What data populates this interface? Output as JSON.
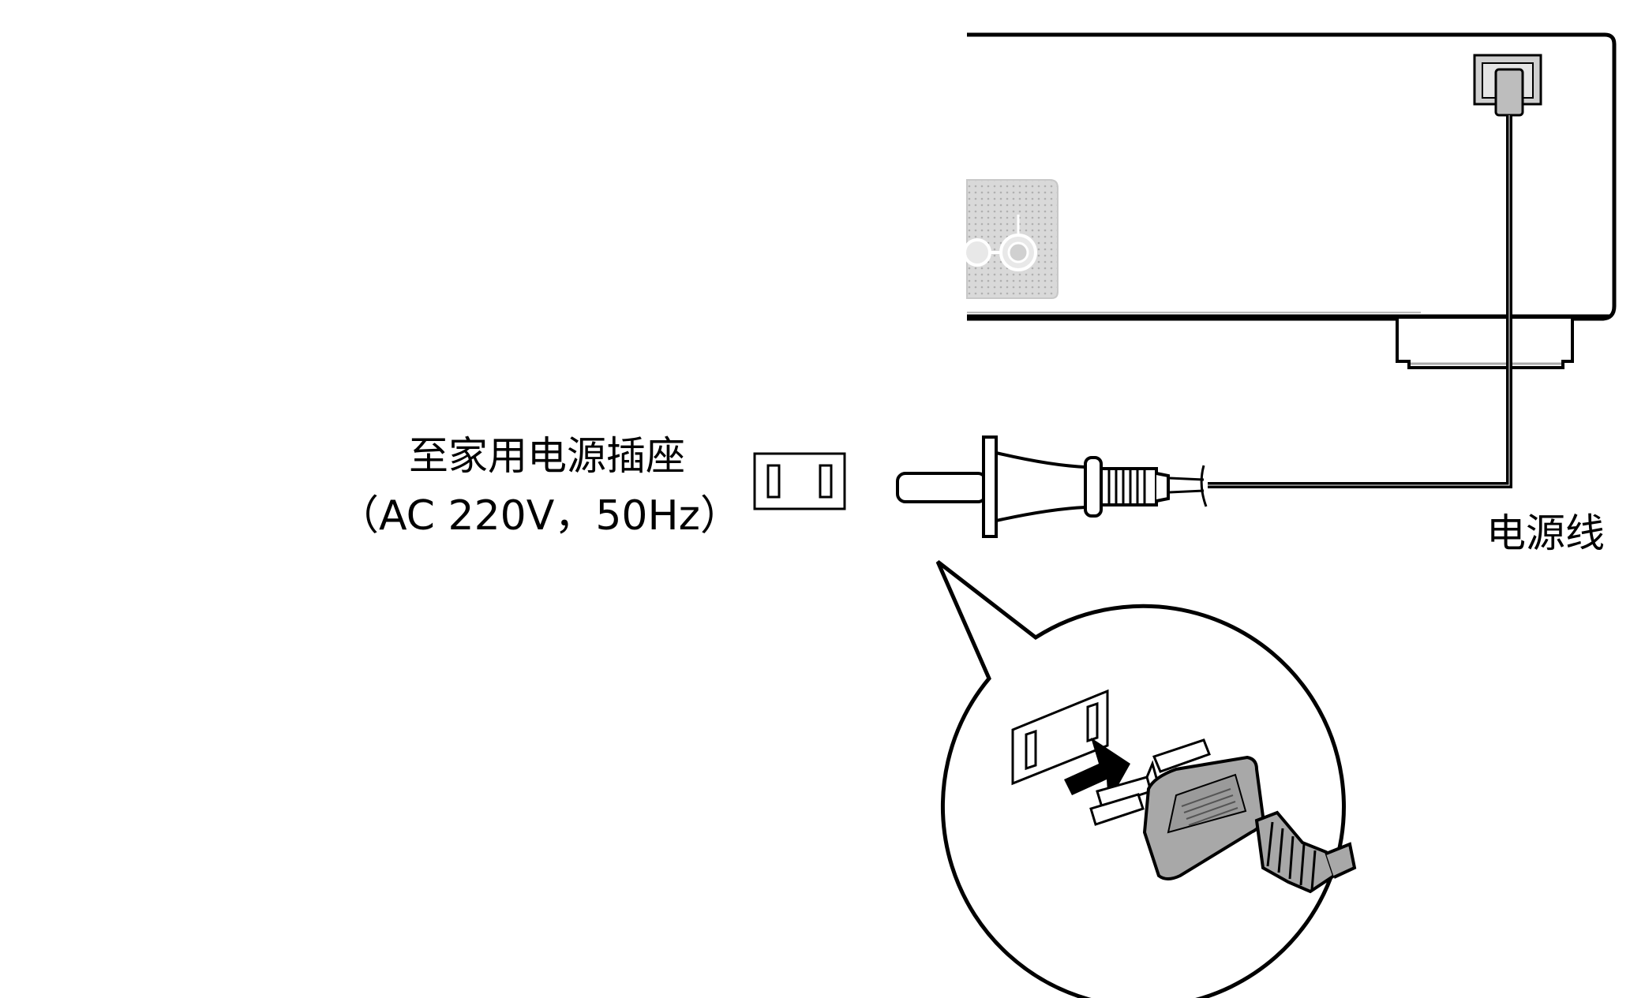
{
  "labels": {
    "outlet_line1": "至家用电源插座",
    "outlet_line2": "（AC 220V，50Hz）",
    "power_cord": "电源线"
  },
  "colors": {
    "line": "#000000",
    "background": "#ffffff",
    "panel_grey": "#d6d6d6",
    "plug_grey": "#a8a8a8"
  }
}
